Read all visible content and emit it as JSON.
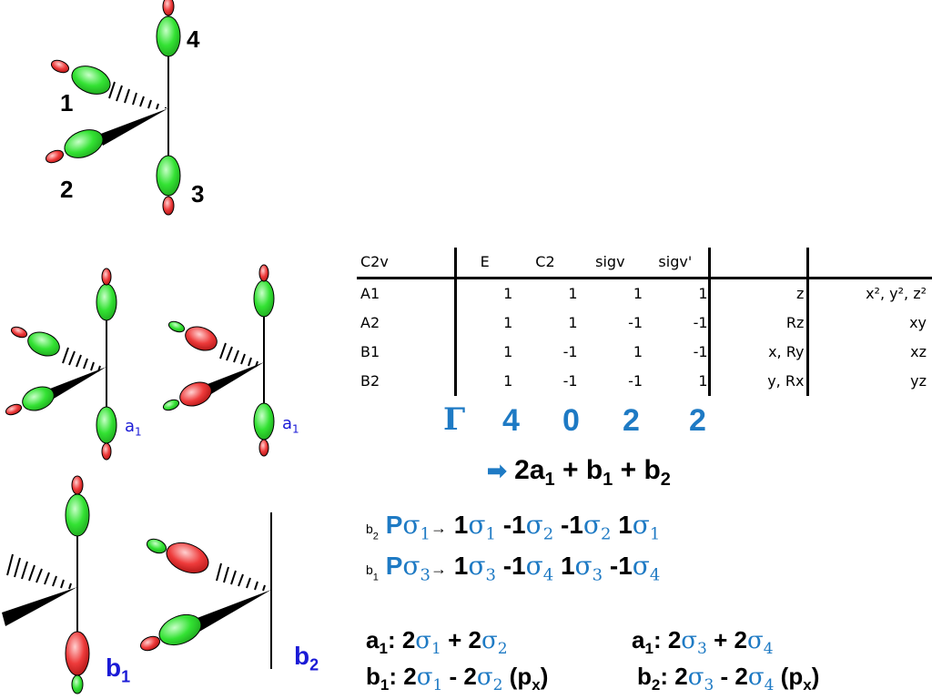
{
  "top_labels": {
    "l1": "1",
    "l2": "2",
    "l3": "3",
    "l4": "4"
  },
  "mid_labels": {
    "a1_left_main": "a",
    "a1_left_sub": "1",
    "a1_right_main": "a",
    "a1_right_sub": "1"
  },
  "bottom_labels": {
    "b1_main": "b",
    "b1_sub": "1",
    "b2_main": "b",
    "b2_sub": "2"
  },
  "char_table": {
    "header": [
      "C2v",
      "E",
      "C2",
      "sigv",
      "sigv'",
      "",
      ""
    ],
    "rows": [
      {
        "name": "A1",
        "E": "1",
        "C2": "1",
        "sv": "1",
        "sv2": "1",
        "lin": "z",
        "quad": "x², y², z²"
      },
      {
        "name": "A2",
        "E": "1",
        "C2": "1",
        "sv": "-1",
        "sv2": "-1",
        "lin": "Rz",
        "quad": "xy"
      },
      {
        "name": "B1",
        "E": "1",
        "C2": "-1",
        "sv": "1",
        "sv2": "-1",
        "lin": "x, Ry",
        "quad": "xz"
      },
      {
        "name": "B2",
        "E": "1",
        "C2": "-1",
        "sv": "-1",
        "sv2": "1",
        "lin": "y, Rx",
        "quad": "yz"
      }
    ]
  },
  "gamma": {
    "symbol": "Γ",
    "values": [
      "4",
      "0",
      "2",
      "2"
    ]
  },
  "reduction": {
    "arrow": "➡",
    "text_2a": "2a",
    "sub1": "1",
    "plus_b1": " + b",
    "sub_b1": "1",
    "plus_b2": " + b",
    "sub_b2": "2"
  },
  "projections": {
    "row1": {
      "tag": "b",
      "tag_sub": "2",
      "P": "P",
      "sig": "σ",
      "sigsub": "1",
      "arrow": "→",
      "terms": [
        {
          "coef": " 1",
          "sig": "σ",
          "sub": "1"
        },
        {
          "coef": "  -1",
          "sig": "σ",
          "sub": "2"
        },
        {
          "coef": " -1",
          "sig": "σ",
          "sub": "2"
        },
        {
          "coef": "   1",
          "sig": "σ",
          "sub": "1"
        }
      ]
    },
    "row2": {
      "tag": "b",
      "tag_sub": "1",
      "P": "P",
      "sig": "σ",
      "sigsub": "3",
      "arrow": "→",
      "terms": [
        {
          "coef": " 1",
          "sig": "σ",
          "sub": "3"
        },
        {
          "coef": "  -1",
          "sig": "σ",
          "sub": "4"
        },
        {
          "coef": "  1",
          "sig": "σ",
          "sub": "3"
        },
        {
          "coef": " -1",
          "sig": "σ",
          "sub": "4"
        }
      ]
    }
  },
  "salcs": {
    "left_a1": {
      "label": "a",
      "label_sub": "1",
      "colon": ":  ",
      "t1": "2",
      "s1": "σ",
      "s1sub": "1",
      "op": " + ",
      "t2": "2",
      "s2": "σ",
      "s2sub": "2",
      "extra": "",
      "extra_sub": "",
      "extra_close": ""
    },
    "left_b1": {
      "label": "b",
      "label_sub": "1",
      "colon": ":  ",
      "t1": "2",
      "s1": "σ",
      "s1sub": "1",
      "op": " - ",
      "t2": "2",
      "s2": "σ",
      "s2sub": "2",
      "extra": " (p",
      "extra_sub": "x",
      "extra_close": ")"
    },
    "right_a1": {
      "label": "a",
      "label_sub": "1",
      "colon": ":  ",
      "t1": "2",
      "s1": "σ",
      "s1sub": "3",
      "op": " + ",
      "t2": "2",
      "s2": "σ",
      "s2sub": "4",
      "extra": "",
      "extra_sub": "",
      "extra_close": ""
    },
    "right_b2": {
      "label": "b",
      "label_sub": "2",
      "colon": ":  ",
      "t1": "2",
      "s1": "σ",
      "s1sub": "3",
      "op": " - ",
      "t2": "2",
      "s2": "σ",
      "s2sub": "4",
      "extra": " (p",
      "extra_sub": "x",
      "extra_close": ")"
    }
  },
  "colors": {
    "green": "#2fe02f",
    "red": "#ee3b3b",
    "blue_label": "#1a1ad6",
    "accent": "#1e7ac4"
  }
}
